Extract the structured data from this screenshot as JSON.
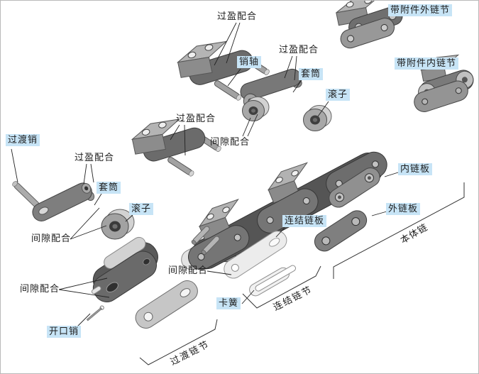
{
  "diagram": "chain-exploded-parts",
  "labels": {
    "interference_fit": "过盈配合",
    "clearance_fit": "间隙配合",
    "pin_shaft": "销轴",
    "bushing": "套筒",
    "roller": "滚子",
    "outer_link_with_attachment": "带附件外链节",
    "inner_link_with_attachment": "带附件内链节",
    "transition_pin": "过渡销",
    "inner_link_plate": "内链板",
    "outer_link_plate": "外链板",
    "connecting_link_plate": "连结链板",
    "spring_clip": "卡簧",
    "cotter_pin": "开口销",
    "transition_link": "过渡链节",
    "connecting_link": "连结链节",
    "base_chain": "本体链"
  },
  "colors": {
    "label_highlight": "#c7e4f6",
    "leader_line": "#222222",
    "text": "#1d1d1d",
    "background": "#ffffff"
  }
}
